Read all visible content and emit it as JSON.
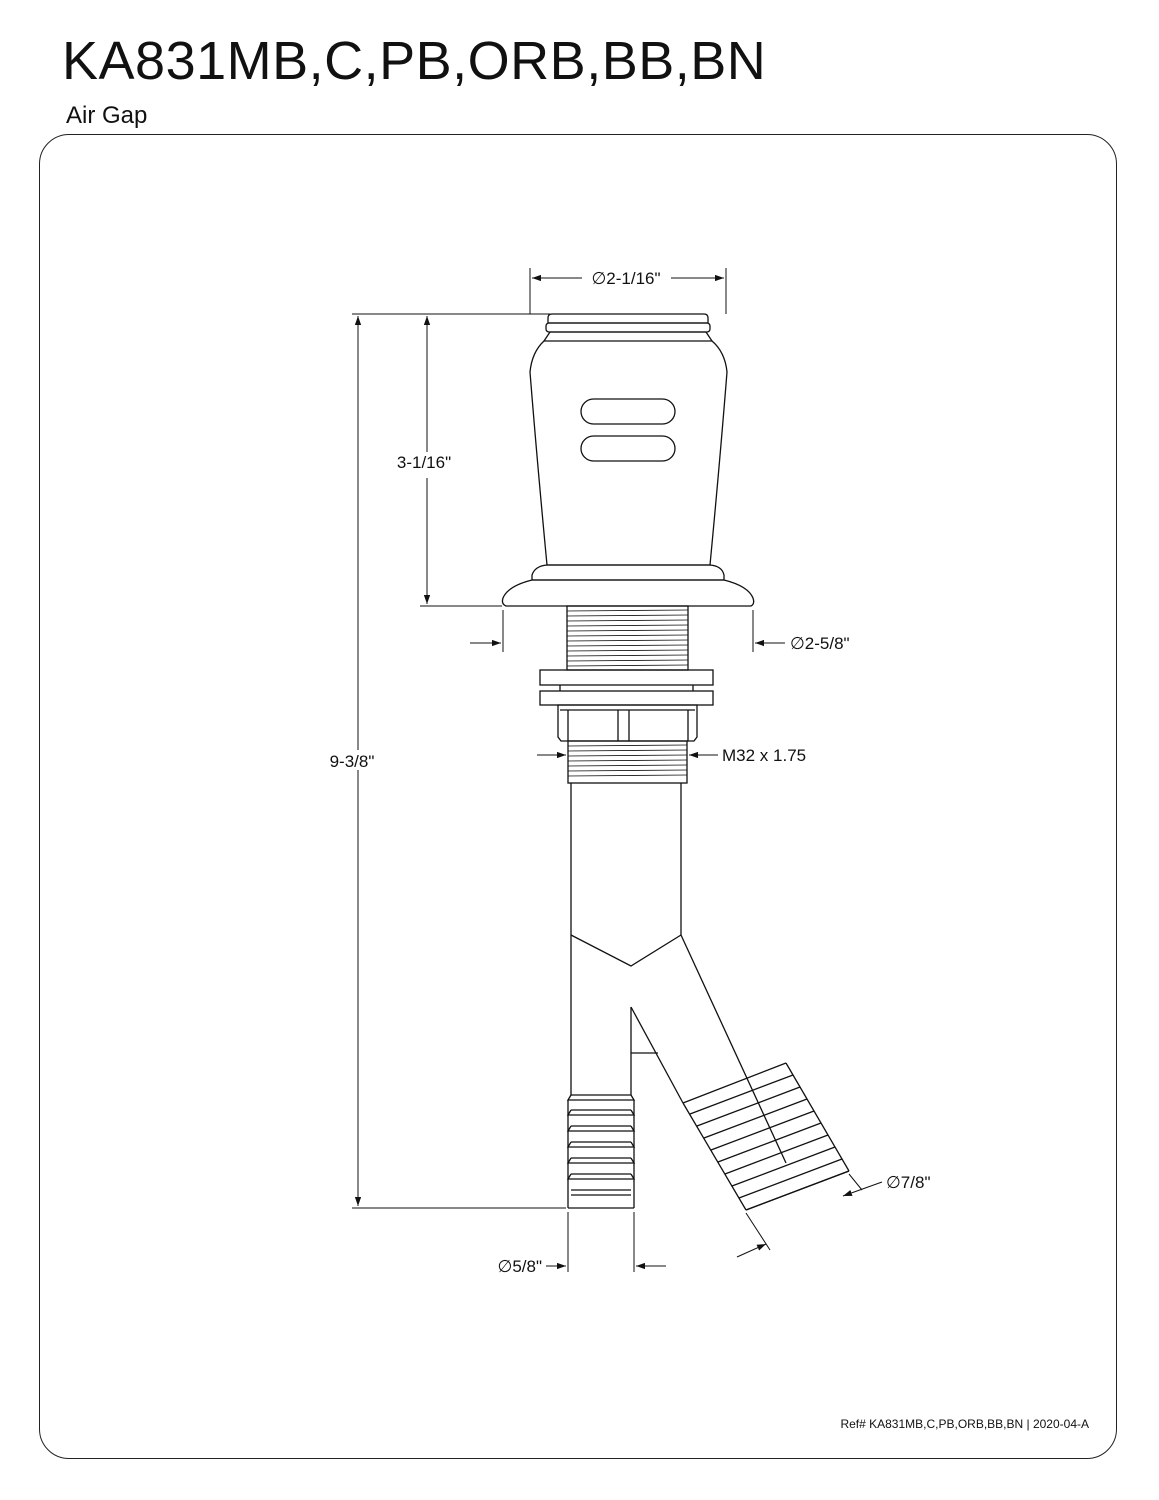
{
  "header": {
    "title": "KA831MB,C,PB,ORB,BB,BN",
    "subtitle": "Air Gap"
  },
  "dimensions": {
    "top_diameter": "∅2-1/16\"",
    "cap_height": "3-1/16\"",
    "flange_diameter": "∅2-5/8\"",
    "thread_spec": "M32 x 1.75",
    "overall_height": "9-3/8\"",
    "large_outlet_diameter": "∅7/8\"",
    "small_outlet_diameter": "∅5/8\""
  },
  "footer": {
    "reference": "Ref# KA831MB,C,PB,ORB,BB,BN | 2020-04-A"
  }
}
